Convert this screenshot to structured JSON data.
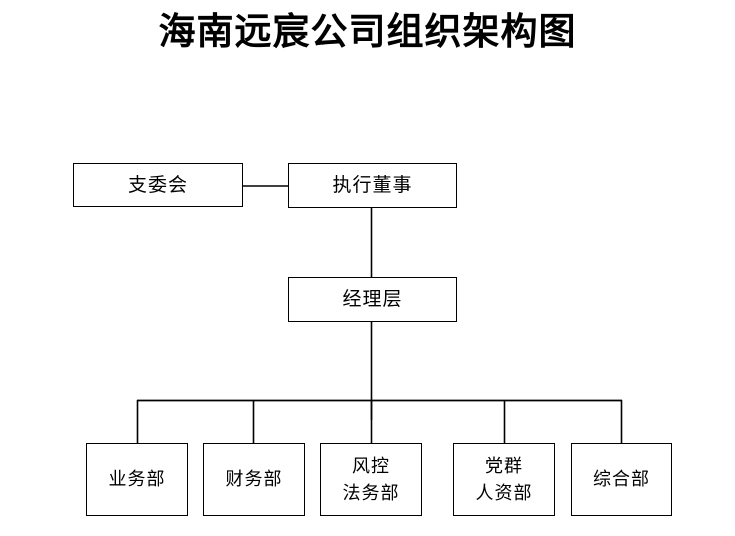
{
  "document": {
    "title": "海南远宸公司组织架构图",
    "background_color": "#ffffff",
    "line_color": "#000000",
    "text_color": "#000000"
  },
  "chart": {
    "type": "org-chart",
    "levels": [
      {
        "level": 1,
        "nodes": [
          {
            "id": "party-committee",
            "label": "支委会"
          },
          {
            "id": "exec-director",
            "label": "执行董事"
          }
        ]
      },
      {
        "level": 2,
        "nodes": [
          {
            "id": "management",
            "label": "经理层"
          }
        ]
      },
      {
        "level": 3,
        "nodes": [
          {
            "id": "business",
            "label": "业务部"
          },
          {
            "id": "finance",
            "label": "财务部"
          },
          {
            "id": "riskctrl",
            "label": "风控\n法务部"
          },
          {
            "id": "partyhr",
            "label": "党群\n人资部"
          },
          {
            "id": "general",
            "label": "综合部"
          }
        ]
      }
    ],
    "connections": [
      {
        "from": "party-committee",
        "to": "exec-director",
        "style": "horizontal"
      },
      {
        "from": "exec-director",
        "to": "management",
        "style": "vertical"
      },
      {
        "from": "management",
        "to": "business",
        "style": "elbow"
      },
      {
        "from": "management",
        "to": "finance",
        "style": "elbow"
      },
      {
        "from": "management",
        "to": "riskctrl",
        "style": "elbow"
      },
      {
        "from": "management",
        "to": "partyhr",
        "style": "elbow"
      },
      {
        "from": "management",
        "to": "general",
        "style": "elbow"
      }
    ]
  }
}
